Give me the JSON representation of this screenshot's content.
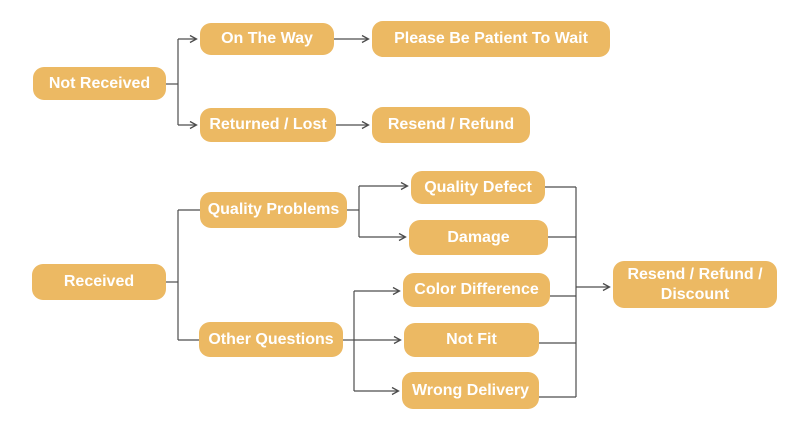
{
  "diagram": {
    "type": "flowchart",
    "colors": {
      "background": "#FFFFFF",
      "node_fill": "#ECB963",
      "node_text": "#FFFFFF",
      "line": "#4D4D4D"
    },
    "nodes": {
      "not_received": "Not Received",
      "on_the_way": "On The Way",
      "please_be_patient": "Please Be Patient To Wait",
      "returned_lost": "Returned / Lost",
      "resend_refund": "Resend / Refund",
      "received": "Received",
      "quality_problems": "Quality Problems",
      "quality_defect": "Quality Defect",
      "damage": "Damage",
      "other_questions": "Other Questions",
      "color_difference": "Color Difference",
      "not_fit": "Not Fit",
      "wrong_delivery": "Wrong Delivery",
      "resend_refund_discount": "Resend / Refund / Discount"
    },
    "edges": [
      {
        "from": "Not Received",
        "to": "On The Way"
      },
      {
        "from": "Not Received",
        "to": "Returned / Lost"
      },
      {
        "from": "On The Way",
        "to": "Please Be Patient To Wait"
      },
      {
        "from": "Returned / Lost",
        "to": "Resend / Refund"
      },
      {
        "from": "Received",
        "to": "Quality Problems"
      },
      {
        "from": "Received",
        "to": "Other Questions"
      },
      {
        "from": "Quality Problems",
        "to": "Quality Defect"
      },
      {
        "from": "Quality Problems",
        "to": "Damage"
      },
      {
        "from": "Other Questions",
        "to": "Color Difference"
      },
      {
        "from": "Other Questions",
        "to": "Not Fit"
      },
      {
        "from": "Other Questions",
        "to": "Wrong Delivery"
      },
      {
        "from": "Quality Defect",
        "to": "Resend / Refund / Discount"
      },
      {
        "from": "Damage",
        "to": "Resend / Refund / Discount"
      },
      {
        "from": "Color Difference",
        "to": "Resend / Refund / Discount"
      },
      {
        "from": "Not Fit",
        "to": "Resend / Refund / Discount"
      },
      {
        "from": "Wrong Delivery",
        "to": "Resend / Refund / Discount"
      }
    ]
  }
}
